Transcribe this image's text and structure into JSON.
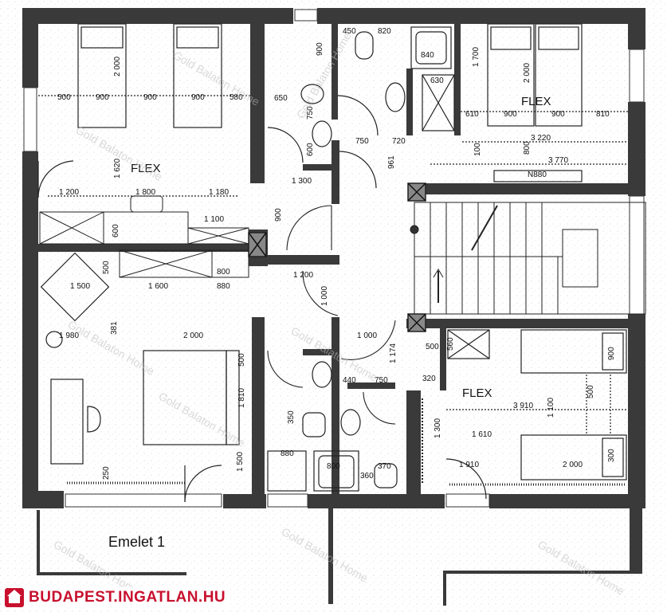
{
  "floor_label": "Emelet 1",
  "room_labels": {
    "top_left": "FLEX",
    "top_right": "FLEX",
    "bottom_right": "FLEX"
  },
  "watermark": "Gold Balaton Home",
  "logo": {
    "text": "BUDAPEST.INGATLAN.HU",
    "color": "#c8102e"
  },
  "dims": {
    "tl_1": "500",
    "tl_2": "900",
    "tl_3": "900",
    "tl_4": "900",
    "tl_5": "580",
    "tl_6": "2 000",
    "tl_7": "1 620",
    "tl_8": "1 200",
    "tl_9": "1 800",
    "tl_10": "1 180",
    "tl_11": "1 100",
    "tl_12": "600",
    "bt_1": "450",
    "bt_2": "820",
    "bt_3": "840",
    "bt_4": "900",
    "bt_5": "650",
    "bt_6": "750",
    "bt_7": "600",
    "bt_8": "630",
    "bt_9": "750",
    "bt_10": "720",
    "bt_11": "961",
    "bt_12": "1 300",
    "bt_13": "900",
    "tr_1": "1 700",
    "tr_2": "2 000",
    "tr_3": "610",
    "tr_4": "900",
    "tr_5": "900",
    "tr_6": "810",
    "tr_7": "3 220",
    "tr_8": "3 770",
    "tr_9": "100",
    "tr_10": "800",
    "tr_11": "N880",
    "ml_1": "500",
    "ml_2": "1 500",
    "ml_3": "1 600",
    "ml_4": "880",
    "ml_5": "800",
    "ml_6": "1 200",
    "ml_7": "1 000",
    "bl_1": "1 980",
    "bl_2": "2 000",
    "bl_3": "381",
    "bl_4": "1 810",
    "bl_5": "1 500",
    "bl_6": "500",
    "bl_7": "250",
    "bc_1": "1 000",
    "bc_2": "1 174",
    "bc_3": "440",
    "bc_4": "750",
    "bc_5": "320",
    "bc_6": "350",
    "bc_7": "880",
    "bc_8": "800",
    "bc_9": "370",
    "bc_10": "360",
    "br_1": "500",
    "br_2": "560",
    "br_3": "900",
    "br_4": "3 910",
    "br_5": "1 100",
    "br_6": "500",
    "br_7": "1 610",
    "br_8": "2 000",
    "br_9": "1 910",
    "br_10": "1 300",
    "br_11": "300"
  }
}
